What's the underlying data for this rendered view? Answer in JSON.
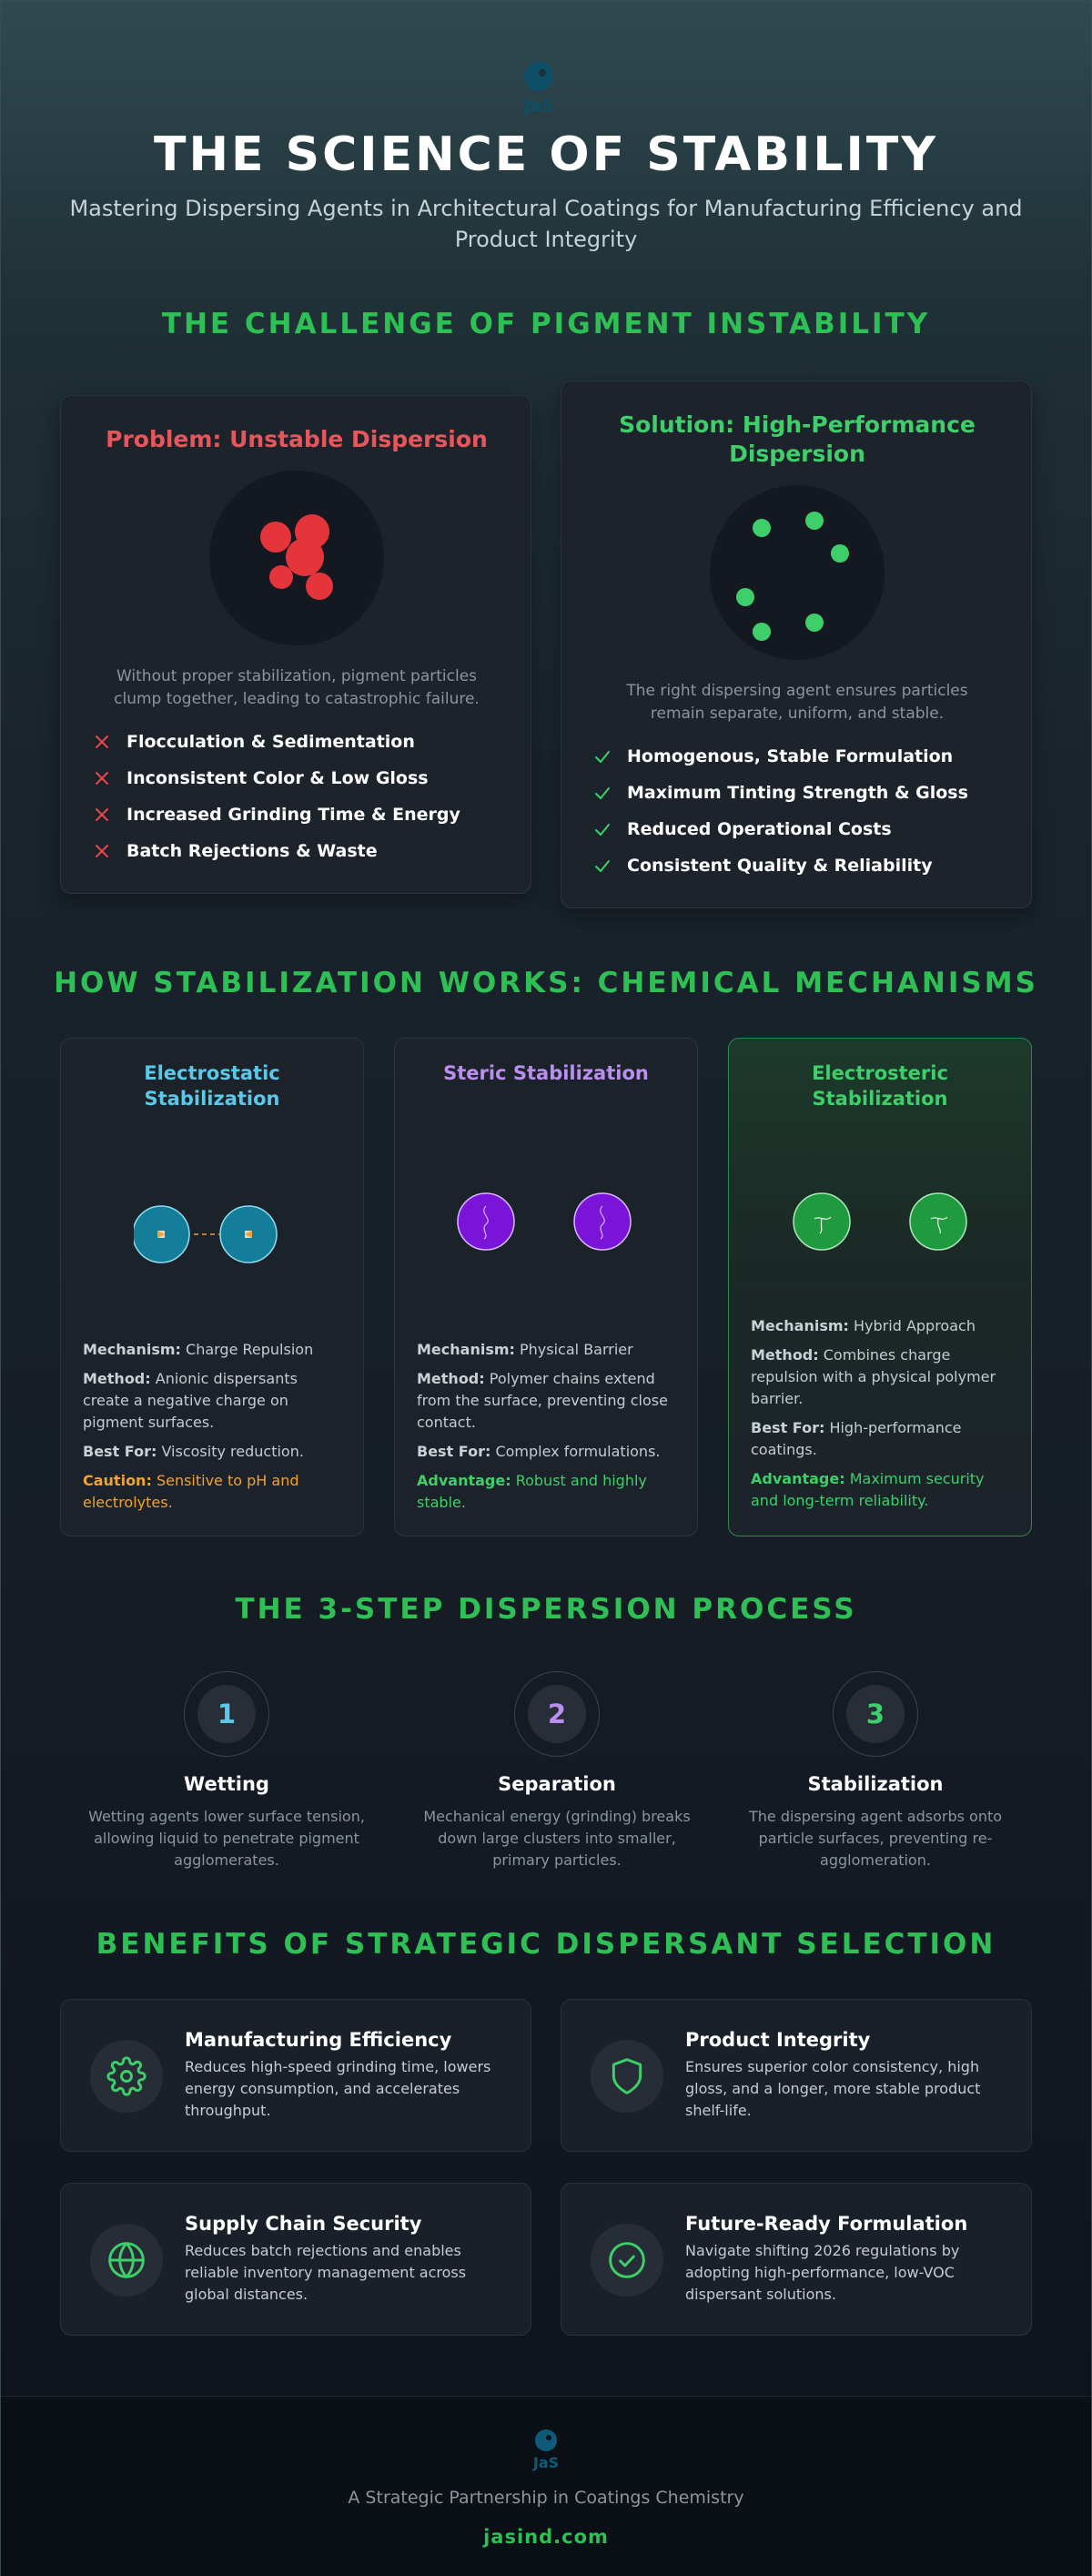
{
  "header": {
    "logo_text": "JaS",
    "title": "THE SCIENCE OF STABILITY",
    "subtitle": "Mastering Dispersing Agents in Architectural Coatings for Manufacturing Efficiency and Product Integrity"
  },
  "challenge": {
    "section_title": "THE CHALLENGE OF PIGMENT INSTABILITY",
    "problem": {
      "title": "Problem: Unstable Dispersion",
      "description": "Without proper stabilization, pigment particles clump together, leading to catastrophic failure.",
      "items": [
        "Flocculation & Sedimentation",
        "Inconsistent Color & Low Gloss",
        "Increased Grinding Time & Energy",
        "Batch Rejections & Waste"
      ],
      "color": "#e5484d"
    },
    "solution": {
      "title": "Solution: High-Performance Dispersion",
      "description": "The right dispersing agent ensures particles remain separate, uniform, and stable.",
      "items": [
        "Homogenous, Stable Formulation",
        "Maximum Tinting Strength & Gloss",
        "Reduced Operational Costs",
        "Consistent Quality & Reliability"
      ],
      "color": "#3ecf6a"
    }
  },
  "mechanisms": {
    "section_title": "HOW STABILIZATION WORKS: CHEMICAL MECHANISMS",
    "electrostatic": {
      "title": "Electrostatic Stabilization",
      "mechanism_label": "Mechanism:",
      "mechanism": "Charge Repulsion",
      "method_label": "Method:",
      "method": "Anionic dispersants create a negative charge on pigment surfaces.",
      "best_label": "Best For:",
      "best": "Viscosity reduction.",
      "note_label": "Caution:",
      "note": "Sensitive to pH and electrolytes.",
      "color": "#5bc8e8"
    },
    "steric": {
      "title": "Steric Stabilization",
      "mechanism_label": "Mechanism:",
      "mechanism": "Physical Barrier",
      "method_label": "Method:",
      "method": "Polymer chains extend from the surface, preventing close contact.",
      "best_label": "Best For:",
      "best": "Complex formulations.",
      "note_label": "Advantage:",
      "note": "Robust and highly stable.",
      "color": "#b98ff0"
    },
    "electrosteric": {
      "title": "Electrosteric Stabilization",
      "mechanism_label": "Mechanism:",
      "mechanism": "Hybrid Approach",
      "method_label": "Method:",
      "method": "Combines charge repulsion with a physical polymer barrier.",
      "best_label": "Best For:",
      "best": "High-performance coatings.",
      "note_label": "Advantage:",
      "note": "Maximum security and long-term reliability.",
      "color": "#3ecf6a"
    }
  },
  "process": {
    "section_title": "THE 3-STEP DISPERSION PROCESS",
    "steps": [
      {
        "number": "1",
        "title": "Wetting",
        "description": "Wetting agents lower surface tension, allowing liquid to penetrate pigment agglomerates.",
        "color": "#5bc8e8"
      },
      {
        "number": "2",
        "title": "Separation",
        "description": "Mechanical energy (grinding) breaks down large clusters into smaller, primary particles.",
        "color": "#b98ff0"
      },
      {
        "number": "3",
        "title": "Stabilization",
        "description": "The dispersing agent adsorbs onto particle surfaces, preventing re-agglomeration.",
        "color": "#3ecf6a"
      }
    ]
  },
  "benefits": {
    "section_title": "BENEFITS OF STRATEGIC DISPERSANT SELECTION",
    "items": [
      {
        "title": "Manufacturing Efficiency",
        "description": "Reduces high-speed grinding time, lowers energy consumption, and accelerates throughput.",
        "icon": "gear-icon"
      },
      {
        "title": "Product Integrity",
        "description": "Ensures superior color consistency, high gloss, and a longer, more stable product shelf-life.",
        "icon": "shield-icon"
      },
      {
        "title": "Supply Chain Security",
        "description": "Reduces batch rejections and enables reliable inventory management across global distances.",
        "icon": "globe-icon"
      },
      {
        "title": "Future-Ready Formulation",
        "description": "Navigate shifting 2026 regulations by adopting high-performance, low-VOC dispersant solutions.",
        "icon": "check-circle-icon"
      }
    ]
  },
  "footer": {
    "logo_text": "JaS",
    "tagline": "A Strategic Partnership in Coatings Chemistry",
    "url": "jasind.com"
  }
}
